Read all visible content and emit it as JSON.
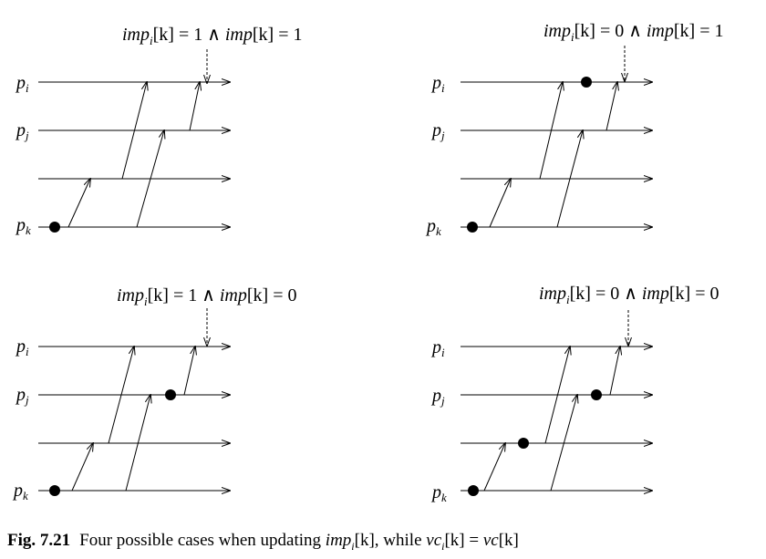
{
  "panels": [
    {
      "condition": {
        "left_var": "imp",
        "left_sub": "i",
        "left_idx": "[k]",
        "left_val": " = 1 ∧ ",
        "right_var": "imp",
        "right_idx": "[k]",
        "right_val": " = 1"
      },
      "process_labels": [
        {
          "name": "p",
          "sub": "i"
        },
        {
          "name": "p",
          "sub": "j"
        },
        {
          "name": "",
          "sub": ""
        },
        {
          "name": "p",
          "sub": "k"
        }
      ],
      "has_events_on": [
        "pk"
      ]
    },
    {
      "condition": {
        "left_var": "imp",
        "left_sub": "i",
        "left_idx": "[k]",
        "left_val": " = 0 ∧ ",
        "right_var": "imp",
        "right_idx": "[k]",
        "right_val": " = 1"
      },
      "process_labels": [
        {
          "name": "p",
          "sub": "i"
        },
        {
          "name": "p",
          "sub": "j"
        },
        {
          "name": "",
          "sub": ""
        },
        {
          "name": "p",
          "sub": "k"
        }
      ],
      "has_events_on": [
        "pk",
        "pi"
      ]
    },
    {
      "condition": {
        "left_var": "imp",
        "left_sub": "i",
        "left_idx": "[k]",
        "left_val": " = 1 ∧ ",
        "right_var": "imp",
        "right_idx": "[k]",
        "right_val": " = 0"
      },
      "process_labels": [
        {
          "name": "p",
          "sub": "i"
        },
        {
          "name": "p",
          "sub": "j"
        },
        {
          "name": "",
          "sub": ""
        },
        {
          "name": "p",
          "sub": "k"
        }
      ],
      "has_events_on": [
        "pk",
        "pj"
      ]
    },
    {
      "condition": {
        "left_var": "imp",
        "left_sub": "i",
        "left_idx": "[k]",
        "left_val": " = 0 ∧ ",
        "right_var": "imp",
        "right_idx": "[k]",
        "right_val": " = 0"
      },
      "process_labels": [
        {
          "name": "p",
          "sub": "i"
        },
        {
          "name": "p",
          "sub": "j"
        },
        {
          "name": "",
          "sub": ""
        },
        {
          "name": "p",
          "sub": "k"
        }
      ],
      "has_events_on": [
        "pk",
        "p3",
        "pj"
      ]
    }
  ],
  "caption": {
    "number": "Fig. 7.21",
    "text_before": "Four possible cases when updating ",
    "imp": "imp",
    "imp_sub": "i",
    "imp_idx": "[k]",
    "text_middle": ", while ",
    "vc": "vc",
    "vc_sub": "i",
    "vc_idx": "[k] = ",
    "vc2": "vc",
    "vc2_idx": "[k]"
  }
}
